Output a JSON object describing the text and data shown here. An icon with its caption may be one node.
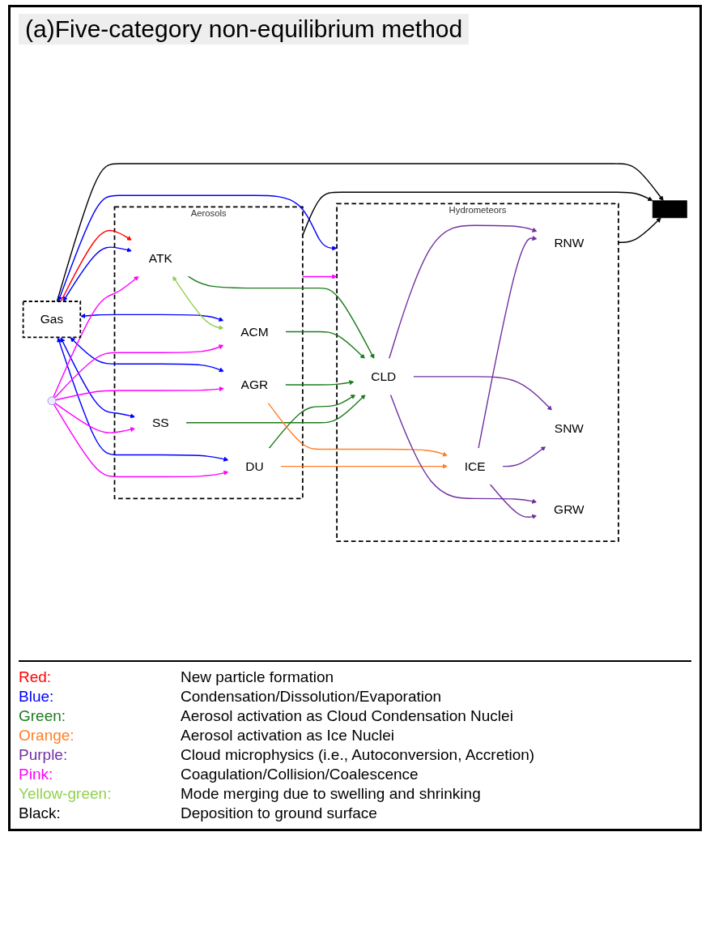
{
  "diagram": {
    "title": "(a)Five-category non-equilibrium method",
    "nodes": [
      {
        "text": [
          "Gas"
        ]
      },
      {
        "text": [
          "Aerosols"
        ]
      },
      {
        "text": [
          "ATK"
        ],
        "in": 1
      },
      {
        "text": [
          "ACM"
        ],
        "in": 1
      },
      {
        "text": [
          "AGR"
        ],
        "in": 1
      },
      {
        "text": [
          "DU"
        ],
        "in": 1
      },
      {
        "text": [
          "SS"
        ],
        "in": 1
      },
      {
        "text": [
          "Hydrometeors"
        ]
      },
      {
        "text": [
          "RNW"
        ],
        "in": 7
      },
      {
        "text": [
          "CLD"
        ],
        "in": 7
      },
      {
        "text": [
          "SNW"
        ],
        "in": 7
      },
      {
        "text": [
          "ICE"
        ],
        "in": 7
      },
      {
        "text": [
          "GRW"
        ],
        "in": 7
      },
      {
        "text": [],
        "shape": "bar"
      },
      {
        "text": [],
        "shape": "dot"
      }
    ],
    "edges": [
      {
        "from": 0,
        "to": 7,
        "arrow": "both",
        "color": "#0000ff"
      },
      {
        "from": 0,
        "to": 2,
        "arrow": "to",
        "color": "#ff0000"
      },
      {
        "from": 0,
        "to": 2,
        "arrow": "both",
        "color": "#0000ff"
      },
      {
        "from": 0,
        "to": 3,
        "arrow": "both",
        "color": "#0000ff"
      },
      {
        "from": 0,
        "to": 4,
        "arrow": "both",
        "color": "#0000ff"
      },
      {
        "from": 0,
        "to": 5,
        "arrow": "both",
        "color": "#0000ff"
      },
      {
        "from": 0,
        "to": 6,
        "arrow": "both",
        "color": "#0000ff"
      },
      {
        "from": 2,
        "to": 3,
        "arrow": "both",
        "color": "#92d050"
      },
      {
        "from": 14,
        "to": 2,
        "arrow": "to",
        "color": "#ff00ff"
      },
      {
        "from": 14,
        "to": 3,
        "arrow": "to",
        "color": "#ff00ff"
      },
      {
        "from": 14,
        "to": 4,
        "arrow": "to",
        "color": "#ff00ff"
      },
      {
        "from": 14,
        "to": 5,
        "arrow": "to",
        "color": "#ff00ff"
      },
      {
        "from": 14,
        "to": 6,
        "arrow": "to",
        "color": "#ff00ff"
      },
      {
        "from": 2,
        "to": 9,
        "arrow": "to",
        "color": "#1e7b1e"
      },
      {
        "from": 3,
        "to": 9,
        "arrow": "to",
        "color": "#1e7b1e"
      },
      {
        "from": 4,
        "to": 9,
        "arrow": "to",
        "color": "#1e7b1e"
      },
      {
        "from": 5,
        "to": 9,
        "arrow": "to",
        "color": "#1e7b1e"
      },
      {
        "from": 6,
        "to": 9,
        "arrow": "to",
        "color": "#1e7b1e"
      },
      {
        "from": 4,
        "to": 11,
        "arrow": "to",
        "color": "#ff7f27"
      },
      {
        "from": 5,
        "to": 11,
        "arrow": "to",
        "color": "#ff7f27"
      },
      {
        "from": 9,
        "to": 8,
        "arrow": "to",
        "color": "#7030a0"
      },
      {
        "from": 9,
        "to": 10,
        "arrow": "to",
        "color": "#7030a0"
      },
      {
        "from": 9,
        "to": 12,
        "arrow": "to",
        "color": "#7030a0"
      },
      {
        "from": 11,
        "to": 8,
        "arrow": "to",
        "color": "#7030a0"
      },
      {
        "from": 11,
        "to": 10,
        "arrow": "to",
        "color": "#7030a0"
      },
      {
        "from": 11,
        "to": 12,
        "arrow": "to",
        "color": "#7030a0"
      },
      {
        "from": 1,
        "to": 7,
        "arrow": "to",
        "color": "#ff00ff"
      },
      {
        "from": 0,
        "to": 13,
        "arrow": "to",
        "color": "#000000"
      },
      {
        "from": 1,
        "to": 13,
        "arrow": "to",
        "color": "#000000"
      },
      {
        "from": 7,
        "to": 13,
        "arrow": "to",
        "color": "#000000"
      }
    ],
    "labels": [
      "Red:",
      "Blue:",
      "Green:",
      "Orange:",
      "Purple:",
      "Pink:",
      "Yellow-green:",
      "Black:"
    ],
    "legend": [
      {
        "text": "New particle formation",
        "color": "#ff0000"
      },
      {
        "text": "Condensation/Dissolution/Evaporation",
        "color": "#0000ff"
      },
      {
        "text": "Aerosol activation as Cloud Condensation Nuclei",
        "color": "#1e7b1e"
      },
      {
        "text": "Aerosol activation as Ice Nuclei",
        "color": "#ff7f27"
      },
      {
        "text": "Cloud microphysics (i.e., Autoconversion, Accretion)",
        "color": "#7030a0"
      },
      {
        "text": "Coagulation/Collision/Coalescence",
        "color": "#ff00ff"
      },
      {
        "text": "Mode merging due to swelling and shrinking",
        "color": "#92d050"
      },
      {
        "text": "Deposition to ground surface",
        "color": "#000000"
      }
    ]
  }
}
